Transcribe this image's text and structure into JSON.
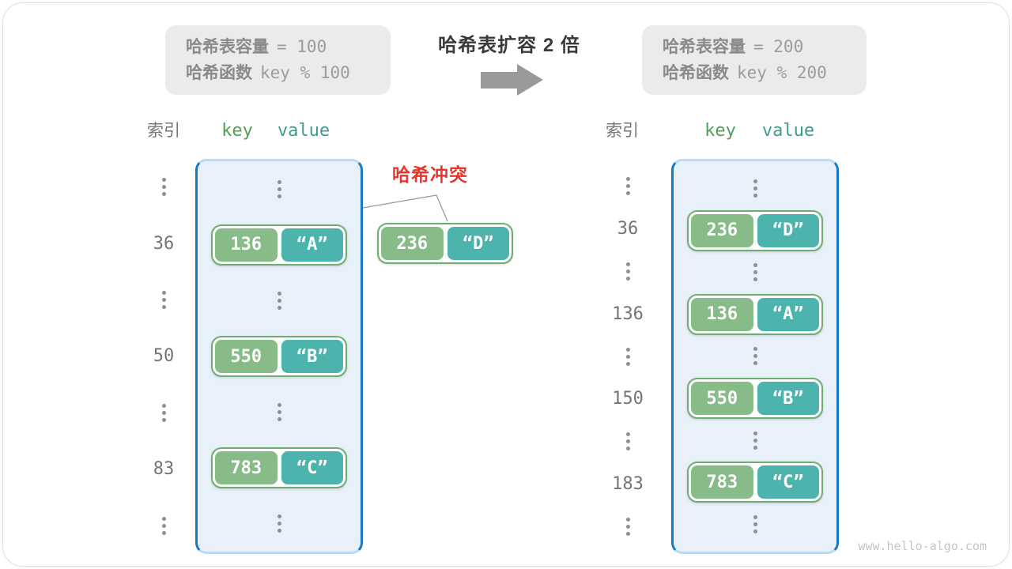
{
  "header": {
    "title": "哈希表扩容 2 倍",
    "before_box": {
      "line1_label": "哈希表容量",
      "line1_code": "= 100",
      "line2_label": "哈希函数",
      "line2_code": "key % 100"
    },
    "after_box": {
      "line1_label": "哈希表容量",
      "line1_code": "= 200",
      "line2_label": "哈希函数",
      "line2_code": "key % 200"
    }
  },
  "collision": {
    "label": "哈希冲突"
  },
  "left_table": {
    "index_header": "索引",
    "key_header": "key",
    "value_header": "value",
    "rows": [
      {
        "type": "dots"
      },
      {
        "type": "pair",
        "index": "36",
        "key": "136",
        "value": "“A”"
      },
      {
        "type": "dots"
      },
      {
        "type": "pair",
        "index": "50",
        "key": "550",
        "value": "“B”"
      },
      {
        "type": "dots"
      },
      {
        "type": "pair",
        "index": "83",
        "key": "783",
        "value": "“C”"
      },
      {
        "type": "dots"
      }
    ]
  },
  "external_pair": {
    "key": "236",
    "value": "“D”"
  },
  "right_table": {
    "index_header": "索引",
    "key_header": "key",
    "value_header": "value",
    "rows": [
      {
        "type": "dots"
      },
      {
        "type": "pair",
        "index": "36",
        "key": "236",
        "value": "“D”"
      },
      {
        "type": "dots"
      },
      {
        "type": "pair",
        "index": "136",
        "key": "136",
        "value": "“A”"
      },
      {
        "type": "dots"
      },
      {
        "type": "pair",
        "index": "150",
        "key": "550",
        "value": "“B”"
      },
      {
        "type": "dots"
      },
      {
        "type": "pair",
        "index": "183",
        "key": "783",
        "value": "“C”"
      },
      {
        "type": "dots"
      }
    ]
  },
  "watermark": "www.hello-algo.com",
  "colors": {
    "table_border": "#1779C2",
    "table_bg": "#E8F1FA",
    "key_bg": "#87BB87",
    "value_bg": "#4DB3AD",
    "pair_border": "#70AD70",
    "key_header": "#55A055",
    "value_header": "#3E9B8F",
    "collision_red": "#E8352D",
    "gray_box_bg": "#EBEBEB",
    "arrow_gray": "#9A9A9A"
  }
}
